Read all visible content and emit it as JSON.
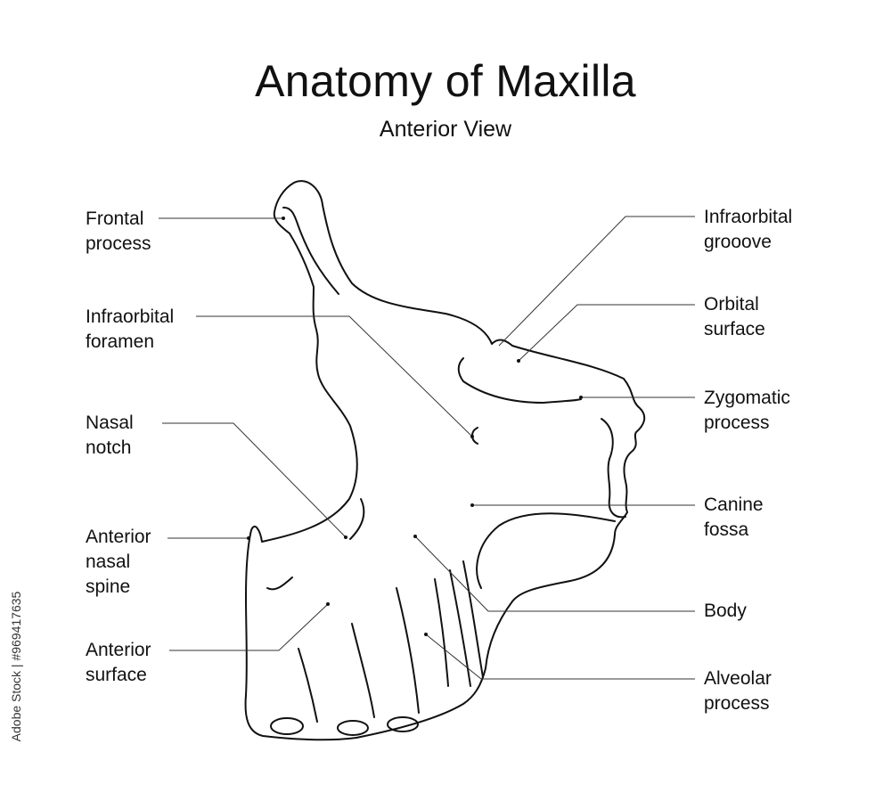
{
  "title": "Anatomy of Maxilla",
  "subtitle": "Anterior View",
  "labels": {
    "frontal_process": [
      "Frontal",
      "process"
    ],
    "infraorbital_foramen": [
      "Infraorbital",
      "foramen"
    ],
    "nasal_notch": [
      "Nasal",
      "notch"
    ],
    "anterior_nasal_spine": [
      "Anterior",
      "nasal",
      "spine"
    ],
    "anterior_surface": [
      "Anterior",
      "surface"
    ],
    "infraorbital_groove": [
      "Infraorbital",
      "grooove"
    ],
    "orbital_surface": [
      "Orbital",
      "surface"
    ],
    "zygomatic_process": [
      "Zygomatic",
      "process"
    ],
    "canine_fossa": [
      "Canine",
      "fossa"
    ],
    "body": [
      "Body"
    ],
    "alveolar_process": [
      "Alveolar",
      "process"
    ]
  },
  "watermark": "Adobe Stock | #969417635",
  "colors": {
    "line": "#111111",
    "leader": "#333333",
    "background": "#ffffff"
  }
}
